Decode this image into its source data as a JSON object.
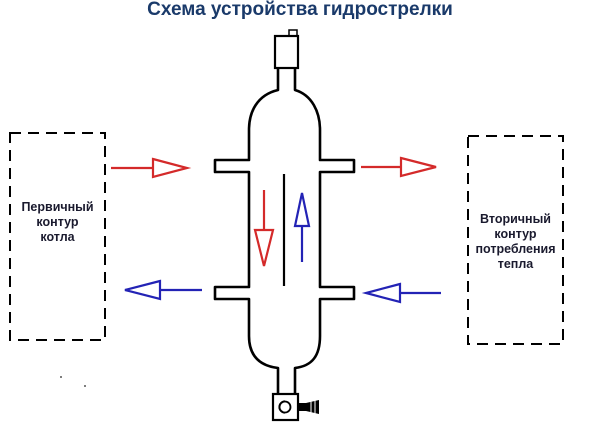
{
  "title": "Схема устройства гидрострелки",
  "colors": {
    "title": "#1a3a6a",
    "supply": "#d42a2a",
    "return": "#2323b5",
    "outline": "#000000",
    "box_text": "#1a1a2e"
  },
  "primary_circuit": {
    "line1": "Первичный",
    "line2": "контур",
    "line3": "котла"
  },
  "secondary_circuit": {
    "line1": "Вторичный",
    "line2": "контур",
    "line3": "потребления",
    "line4": "тепла"
  },
  "icons": {
    "top_fitting": "air-vent-icon",
    "bottom_fitting": "drain-valve-icon"
  }
}
